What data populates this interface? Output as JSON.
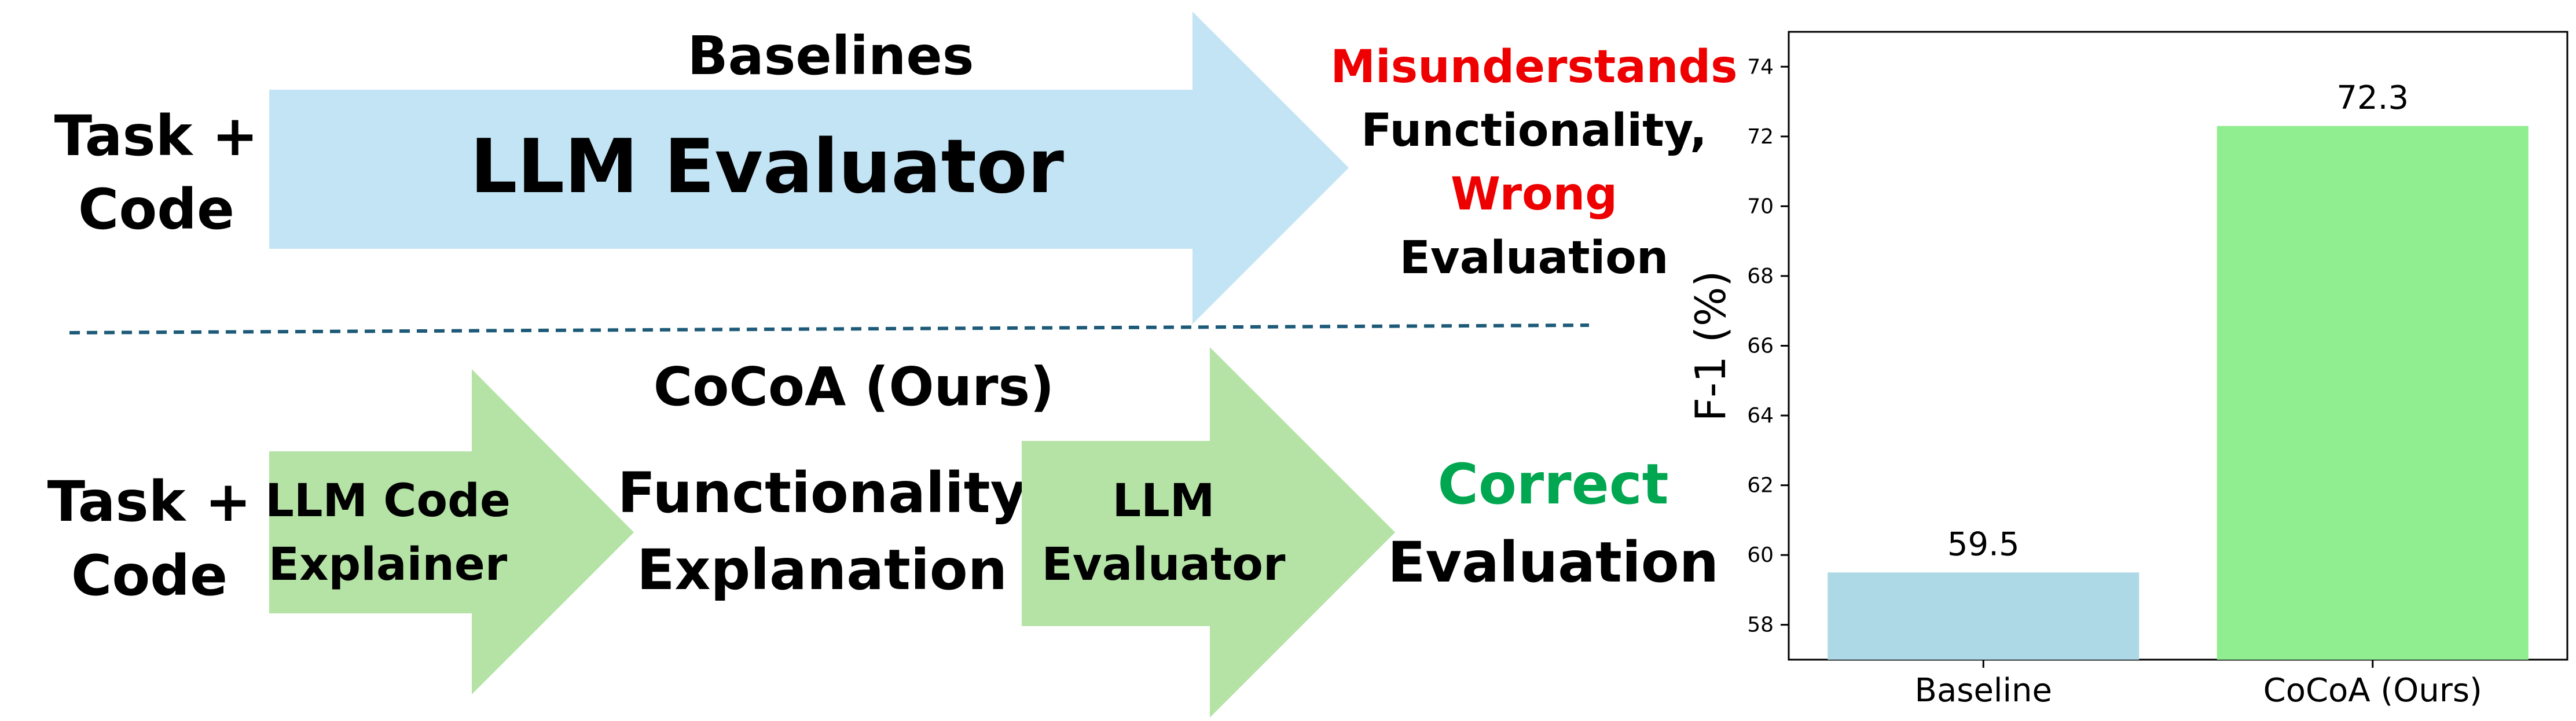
{
  "diagram": {
    "baseline_row": {
      "input_line1": "Task +",
      "input_line2": "Code",
      "heading": "Baselines",
      "arrow_label": "LLM Evaluator",
      "outcome_line1": "Misunderstands",
      "outcome_line2": "Functionality,",
      "outcome_line3": "Wrong",
      "outcome_line4": "Evaluation"
    },
    "ours_row": {
      "input_line1": "Task +",
      "input_line2": "Code",
      "heading": "CoCoA (Ours)",
      "step1_line1": "LLM Code",
      "step1_line2": "Explainer",
      "middle_line1": "Functionality",
      "middle_line2": "Explanation",
      "step2_line1": "LLM",
      "step2_line2": "Evaluator",
      "outcome_line1": "Correct",
      "outcome_line2": "Evaluation"
    },
    "colors": {
      "baseline_arrow": "#c3e4f4",
      "ours_arrow": "#b4e3a5",
      "wrong_text": "#ee0000",
      "correct_text": "#00a650",
      "divider": "#1d5a78"
    }
  },
  "chart_data": {
    "type": "bar",
    "categories": [
      "Baseline",
      "CoCoA (Ours)"
    ],
    "values": [
      59.5,
      72.3
    ],
    "data_labels": [
      "59.5",
      "72.3"
    ],
    "ylabel": "F-1 (%)",
    "ylim": [
      57,
      75
    ],
    "yticks": [
      58,
      60,
      62,
      64,
      66,
      68,
      70,
      72,
      74
    ],
    "bar_colors": [
      "#add8e6",
      "#90ee90"
    ],
    "grid": false
  }
}
